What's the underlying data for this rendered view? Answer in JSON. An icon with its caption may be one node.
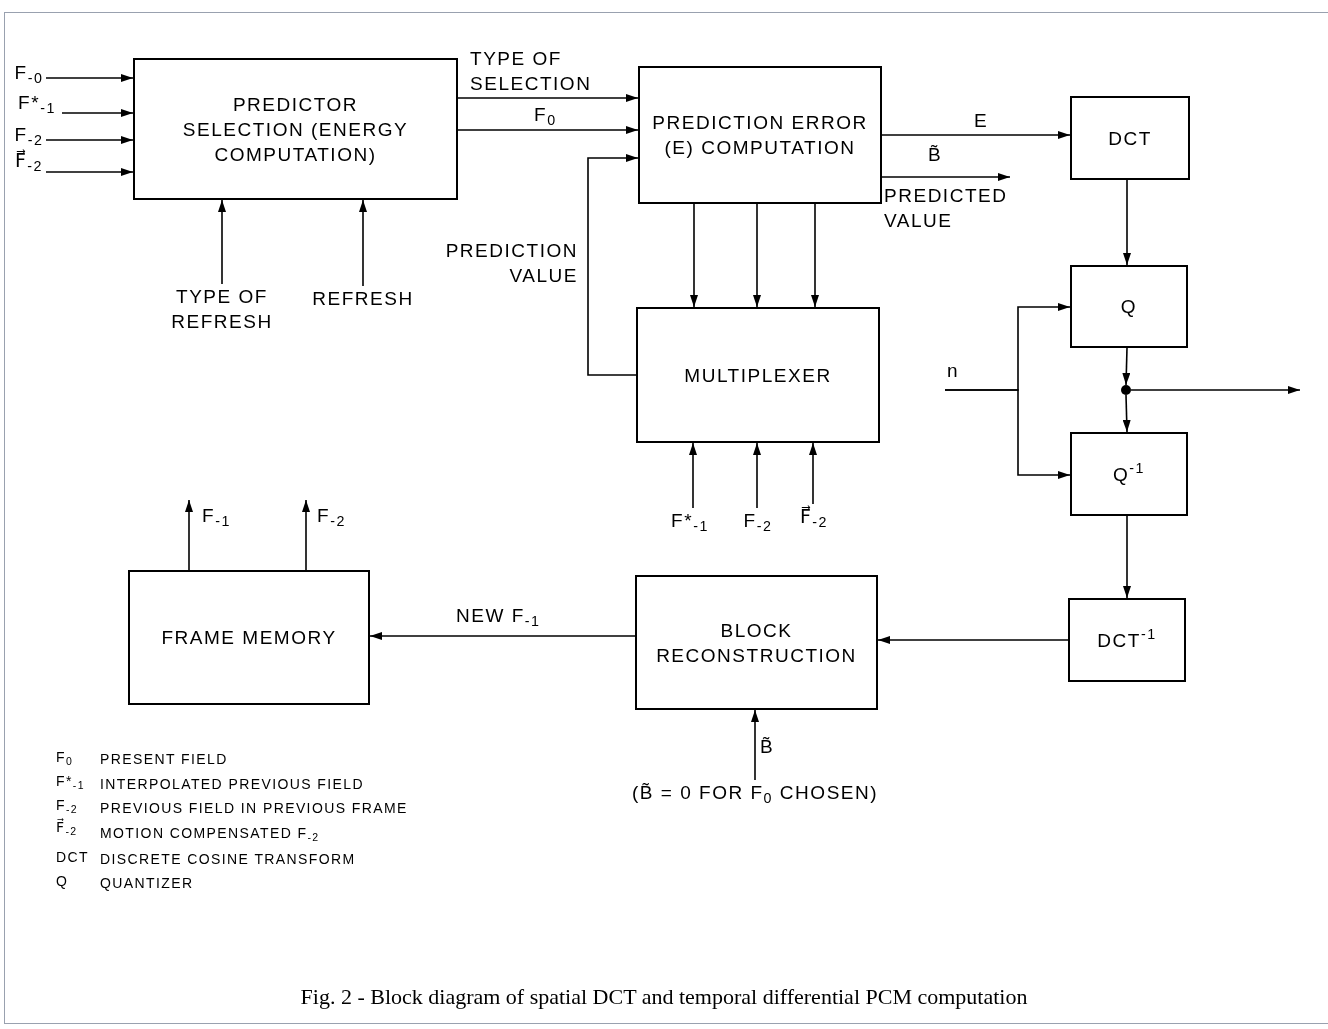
{
  "diagram": {
    "caption": "Fig. 2 - Block diagram of spatial DCT and temporal differential PCM computation",
    "nodes": [
      {
        "text": [
          "PREDICTOR SELECTION (ENERGY COMPUTATION)"
        ]
      },
      {
        "text": [
          "PREDICTION ERROR (E) COMPUTATION"
        ]
      },
      {
        "text": [
          "DCT"
        ]
      },
      {
        "text": [
          "Q"
        ]
      },
      {
        "text": [
          "MULTIPLEXER"
        ]
      },
      {
        "text": [
          "Q$^{-1}$"
        ]
      },
      {
        "text": [
          "DCT$^{-1}$"
        ]
      },
      {
        "text": [
          "BLOCK RECONSTRUCTION"
        ]
      },
      {
        "text": [
          "FRAME MEMORY"
        ]
      },
      {
        "text": [
          "F$_{-0}$"
        ]
      },
      {
        "text": [
          "F*$_{-1}$"
        ]
      },
      {
        "text": [
          "F$_{-2}$"
        ]
      },
      {
        "text": [
          "F⃗$_{-2}$"
        ]
      },
      {
        "text": [
          "TYPE OF REFRESH"
        ]
      },
      {
        "text": [
          "REFRESH"
        ]
      },
      {
        "text": [
          "F*$_{-1}$"
        ]
      },
      {
        "text": [
          "F$_{-2}$"
        ]
      },
      {
        "text": [
          "F⃗$_{-2}$"
        ]
      },
      {
        "text": [
          "n"
        ]
      },
      {
        "text": [],
        "shape": "circle"
      },
      {
        "text": [
          "(B̃ = 0 FOR F$_{0}$ CHOSEN)"
        ]
      },
      {
        "text": [
          "PREDICTED VALUE"
        ]
      }
    ],
    "edges": [
      {
        "from": 9,
        "to": 0,
        "arrow": "to"
      },
      {
        "from": 10,
        "to": 0,
        "arrow": "to"
      },
      {
        "from": 11,
        "to": 0,
        "arrow": "to"
      },
      {
        "from": 12,
        "to": 0,
        "arrow": "to"
      },
      {
        "from": 0,
        "to": 1,
        "arrow": "to",
        "label": "TYPE OF SELECTION"
      },
      {
        "from": 0,
        "to": 1,
        "arrow": "to",
        "label": "F$_{0}$"
      },
      {
        "from": 13,
        "to": 0,
        "arrow": "to"
      },
      {
        "from": 14,
        "to": 0,
        "arrow": "to"
      },
      {
        "from": 4,
        "to": 1,
        "arrow": "to",
        "label": "PREDICTION VALUE"
      },
      {
        "from": 1,
        "to": 2,
        "arrow": "to",
        "label": "E"
      },
      {
        "from": 1,
        "to": 21,
        "arrow": "to",
        "label": "B̃"
      },
      {
        "from": 1,
        "to": 4,
        "arrow": "to"
      },
      {
        "from": 1,
        "to": 4,
        "arrow": "to"
      },
      {
        "from": 1,
        "to": 4,
        "arrow": "to"
      },
      {
        "from": 15,
        "to": 4,
        "arrow": "to"
      },
      {
        "from": 16,
        "to": 4,
        "arrow": "to"
      },
      {
        "from": 17,
        "to": 4,
        "arrow": "to"
      },
      {
        "from": 2,
        "to": 3,
        "arrow": "to"
      },
      {
        "from": 3,
        "to": 19,
        "arrow": "to"
      },
      {
        "from": 19,
        "to": 5,
        "arrow": "to"
      },
      {
        "from": 19,
        "to": null,
        "arrow": "to"
      },
      {
        "from": 18,
        "to": 3,
        "arrow": "to"
      },
      {
        "from": 18,
        "to": 5,
        "arrow": "to"
      },
      {
        "from": 5,
        "to": 6,
        "arrow": "to"
      },
      {
        "from": 6,
        "to": 7,
        "arrow": "to"
      },
      {
        "from": 7,
        "to": 8,
        "arrow": "to",
        "label": "NEW F$_{-1}$"
      },
      {
        "from": 8,
        "to": null,
        "arrow": "to",
        "label": "F$_{-1}$"
      },
      {
        "from": 8,
        "to": null,
        "arrow": "to",
        "label": "F$_{-2}$"
      },
      {
        "from": 20,
        "to": 7,
        "arrow": "to",
        "label": "B̃"
      }
    ],
    "labels": [
      "F$_{0}$",
      "PRESENT FIELD",
      "F*$_{-1}$",
      "INTERPOLATED PREVIOUS FIELD",
      "F$_{-2}$",
      "PREVIOUS FIELD IN PREVIOUS FRAME",
      "F⃗$_{-2}$",
      "MOTION COMPENSATED F$_{-2}$",
      "DCT",
      "DISCRETE COSINE TRANSFORM",
      "Q",
      "QUANTIZER"
    ]
  }
}
